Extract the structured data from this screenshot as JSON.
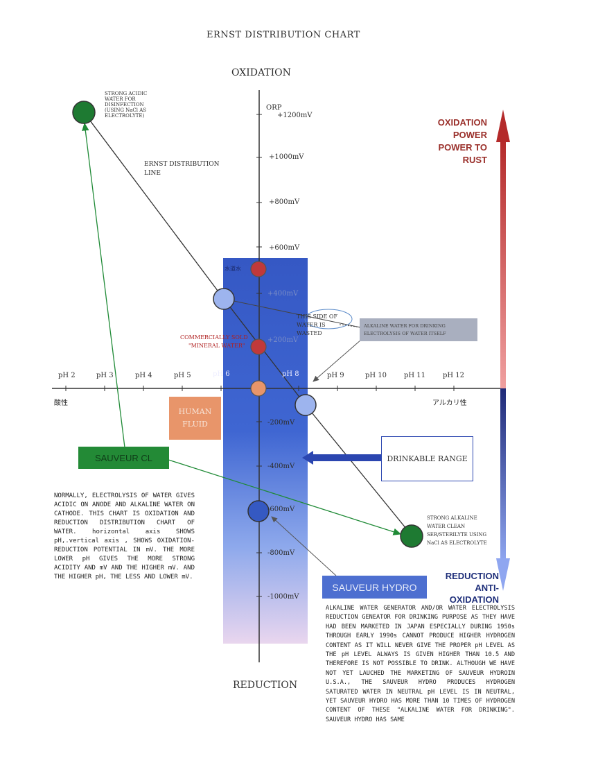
{
  "title": "ERNST DISTRIBUTION CHART",
  "axes": {
    "top_label": "OXIDATION",
    "bottom_label": "REDUCTION",
    "orp_label": "ORP",
    "mv_ticks": [
      "+1200mV",
      "+1000mV",
      "+800mV",
      "+600mV",
      "+400mV",
      "+200mV",
      "-200mV",
      "-400mV",
      "-600mV",
      "-800mV",
      "-1000mV"
    ],
    "ph_ticks": [
      "pH 2",
      "pH 3",
      "pH 4",
      "pH 5",
      "pH 6",
      "pH 8",
      "pH 9",
      "pH 10",
      "pH 11",
      "pH 12"
    ],
    "acidic_label": "酸性",
    "alkaline_label": "アルカリ性"
  },
  "labels": {
    "strong_acidic": "STRONG ACIDIC WATER FOR DISINFECTION (USING NaCl AS ELECTROLYTE)",
    "ernst_line": "ERNST DISTRIBUTION LINE",
    "tap_water": "水道水",
    "commercial_line1": "COMMERCIALLY SOLD",
    "commercial_line2": "\"MINERAL WATER\"",
    "wasted": "THIS SIDE OF WATER IS WASTED",
    "alkaline_drinking": "ALKALINE WATER FOR DRINKING ELECTROLYSIS OF WATER ITSELF",
    "human_fluid": "HUMAN FLUID",
    "sauveur_cl": "SAUVEUR CL",
    "drinkable_range": "DRINKABLE RANGE",
    "strong_alkaline": "STRONG ALKALINE WATER CLEAN SER/STERILYTE USING NaCl AS ELECTROLYTE",
    "sauveur_hydro": "SAUVEUR HYDRO",
    "oxidation_power": "OXIDATION POWER POWER TO RUST",
    "reduction_power": "REDUCTION ANTI- OXIDATION"
  },
  "paragraphs": {
    "left": "NORMALLY, ELECTROLYSIS OF WATER GIVES ACIDIC ON ANODE AND ALKALINE WATER ON CATHODE. THIS CHART IS OXIDATION AND REDUCTION DISTRIBUTION CHART OF WATER. horizontal axis SHOWS pH,.vertical axis , SHOWS OXIDATION-REDUCTION POTENTIAL IN mV. THE MORE LOWER pH GIVES THE MORE STRONG ACIDITY AND mV AND THE HIGHER mV. AND THE HIGHER pH, THE LESS AND LOWER mV.",
    "right": "ALKALINE WATER GENERATOR AND/OR WATER ELECTROLYSIS REDUCTION GENEATOR FOR DRINKING PURPOSE AS THEY HAVE HAD BEEN MARKETED IN JAPAN ESPECIALLY DURING 1950s THROUGH EARLY 1990s CANNOT PRODUCE HIGHER HYDROGEN CONTENT AS IT WILL NEVER GIVE THE PROPER pH LEVEL AS THE pH LEVEL ALWAYS IS GIVEN HIGHER THAN 10.5 AND THEREFORE IS NOT POSSIBLE TO DRINK. ALTHOUGH WE HAVE NOT YET LAUCHED THE MARKETING OF SAUVEUR HYDROIN U.S.A., THE SAUVEUR HYDRO PRODUCES HYDROGEN SATURATED WATER IN NEUTRAL pH LEVEL IS IN NEUTRAL, YET SAUVEUR HYDRO HAS MORE THAN 10 TIMES OF HYDROGEN CONTENT OF THESE \"ALKALINE WATER FOR DRINKING\". SAUVEUR HYDRO HAS SAME"
  },
  "colors": {
    "band_top": "#3a5fc8",
    "band_bottom": "#e6d2ec",
    "red_marker": "#c0393b",
    "blue_marker": "#9db4ee",
    "green_marker": "#1e7a32",
    "human_fluid_box": "#e8956a",
    "sauveur_cl_box": "#238a36",
    "sauveur_hydro_box": "#4d6fd0",
    "oxidation_text": "#9a2f2a",
    "reduction_text": "#1f2f7a",
    "drinkable_arrow": "#2b46b0"
  }
}
